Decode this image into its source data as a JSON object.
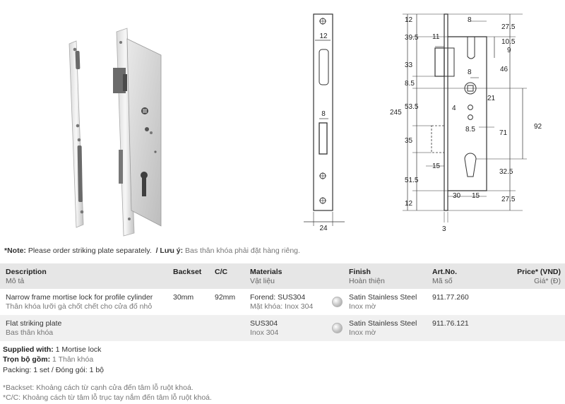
{
  "drawing_dims": {
    "front_width": "12",
    "front_slot": "8",
    "front_bottom": "24",
    "left_top": "12",
    "d39_5": "39.5",
    "d11": "11",
    "d33": "33",
    "d8_5a": "8.5",
    "d53_5": "53.5",
    "d245": "245",
    "d35": "35",
    "d15a": "15",
    "d51_5": "51.5",
    "left_bottom": "12",
    "top_8": "8",
    "d27_5a": "27.5",
    "d10_5": "10.5",
    "d9": "9",
    "d8b": "8",
    "d46": "46",
    "d21": "21",
    "d4": "4",
    "d8_5b": "8.5",
    "d71": "71",
    "d92": "92",
    "d32_5": "32.5",
    "d30": "30",
    "d15b": "15",
    "d27_5b": "27.5",
    "d3": "3"
  },
  "note": {
    "label": "*Note:",
    "text": " Please order striking plate separately.",
    "sep": "/ Lưu ý:",
    "text_vi": " Bas thân khóa phải đặt hàng riêng."
  },
  "table": {
    "headers": [
      {
        "en": "Description",
        "vi": "Mô tả"
      },
      {
        "en": "Backset",
        "vi": ""
      },
      {
        "en": "C/C",
        "vi": ""
      },
      {
        "en": "Materials",
        "vi": "Vật liệu"
      },
      {
        "en": "Finish",
        "vi": "Hoàn thiện"
      },
      {
        "en": "Art.No.",
        "vi": "Mã số"
      },
      {
        "en": "Price* (VND)",
        "vi": "Giá* (Đ)"
      }
    ],
    "rows": [
      {
        "desc": "Narrow frame mortise lock for profile cylinder",
        "desc_vi": "Thân khóa lưỡi gà chốt chết cho cửa đố nhỏ",
        "backset": "30mm",
        "cc": "92mm",
        "mat": "Forend: SUS304",
        "mat_vi": "Mặt khóa: Inox 304",
        "finish": "Satin Stainless Steel",
        "finish_vi": "Inox mờ",
        "artno": "911.77.260",
        "price": ""
      },
      {
        "desc": "Flat striking plate",
        "desc_vi": "Bas thân khóa",
        "backset": "",
        "cc": "",
        "mat": "SUS304",
        "mat_vi": "Inox 304",
        "finish": "Satin Stainless Steel",
        "finish_vi": "Inox mờ",
        "artno": "911.76.121",
        "price": ""
      }
    ]
  },
  "supplied": {
    "label": "Supplied with:",
    "text": " 1 Mortise lock",
    "label_vi": "Trọn bộ gồm:",
    "text_vi": " 1 Thân khóa"
  },
  "packing": {
    "label": "Packing:",
    "text": " 1 set / Đóng gói: 1 bộ"
  },
  "footnotes": {
    "backset": "*Backset: Khoảng cách từ cạnh cửa đến tâm lỗ ruột khoá.",
    "cc": "*C/C: Khoảng cách từ tâm lỗ trục tay nắm đến tâm lỗ ruột khoá."
  },
  "colors": {
    "header_bg": "#e6e6e6",
    "row_alt_bg": "#f0f0f0",
    "text": "#333333",
    "muted": "#777777"
  }
}
